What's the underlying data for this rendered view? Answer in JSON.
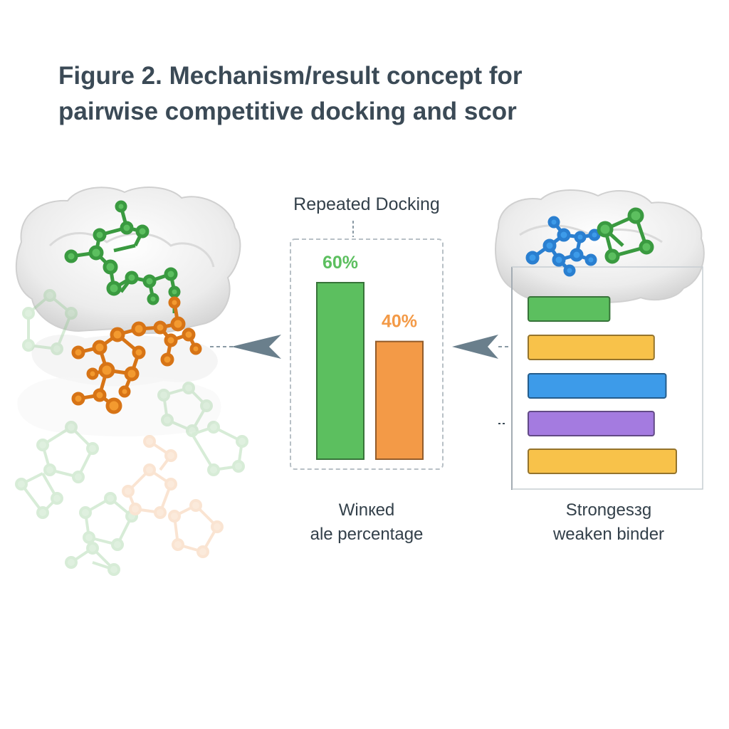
{
  "figure": {
    "title_line1": "Figure 2. Mechanism/result concept for",
    "title_line2": "pairwise competitive docking and scor"
  },
  "middle_panel": {
    "heading": "Repeated Docking",
    "caption_line1": "Winкed",
    "caption_line2": "ale percentage"
  },
  "right_panel": {
    "caption_line1": "Strongesзg",
    "caption_line2": "weaken binder"
  },
  "colors": {
    "green": "#5cbf5f",
    "orange": "#f39a47",
    "yellow": "#f8c24a",
    "blue": "#3d9be9",
    "purple": "#a47be0",
    "text": "#3b4a56",
    "arrow": "#6a7f8c"
  },
  "chart_data": [
    {
      "type": "bar",
      "categories": [
        "",
        ""
      ],
      "values": [
        60,
        40
      ],
      "data_labels": [
        "60%",
        "40%"
      ],
      "colors": [
        "#5cbf5f",
        "#f39a47"
      ],
      "title": "Repeated Docking",
      "ylim": [
        0,
        75
      ]
    },
    {
      "type": "bar",
      "orientation": "horizontal",
      "categories": [
        "",
        "",
        "",
        "",
        ""
      ],
      "values": [
        0.55,
        0.85,
        0.93,
        0.85,
        1.0
      ],
      "colors": [
        "#5cbf5f",
        "#f8c24a",
        "#3d9be9",
        "#a47be0",
        "#f8c24a"
      ],
      "ylim": [
        0,
        1
      ]
    }
  ]
}
